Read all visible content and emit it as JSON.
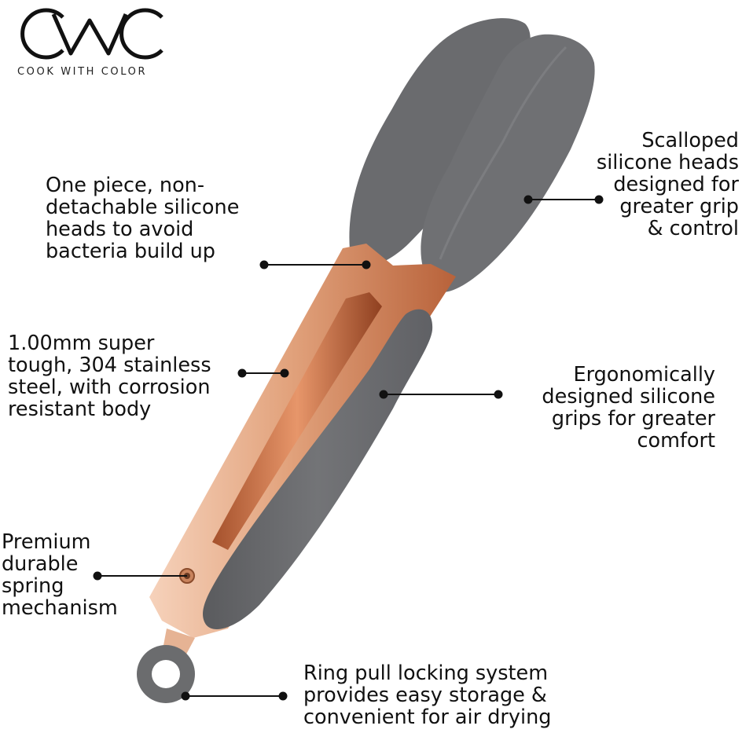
{
  "brand": {
    "logo_text": "CWC",
    "tagline": "COOK WITH COLOR"
  },
  "colors": {
    "silicone": "#6b6c6e",
    "silicone_dark": "#55565a",
    "rose_gold": "#e2a37d",
    "rose_gold_dark": "#b8623a",
    "rose_gold_light": "#f6d2bb",
    "leader_line": "#111111"
  },
  "callouts": {
    "heads": [
      "One piece, non-",
      "detachable silicone",
      "heads to avoid",
      "bacteria build up"
    ],
    "scalloped": [
      "Scalloped",
      "silicone heads",
      "designed for",
      "greater grip",
      "& control"
    ],
    "steel": [
      "1.00mm super",
      "tough, 304 stainless",
      "steel, with corrosion",
      "resistant body"
    ],
    "grips": [
      "Ergonomically",
      "designed silicone",
      "grips for greater",
      "comfort"
    ],
    "spring": [
      "Premium",
      "durable",
      "spring",
      "mechanism"
    ],
    "ring": [
      "Ring pull locking system",
      "provides easy storage &",
      "convenient for air drying"
    ]
  }
}
